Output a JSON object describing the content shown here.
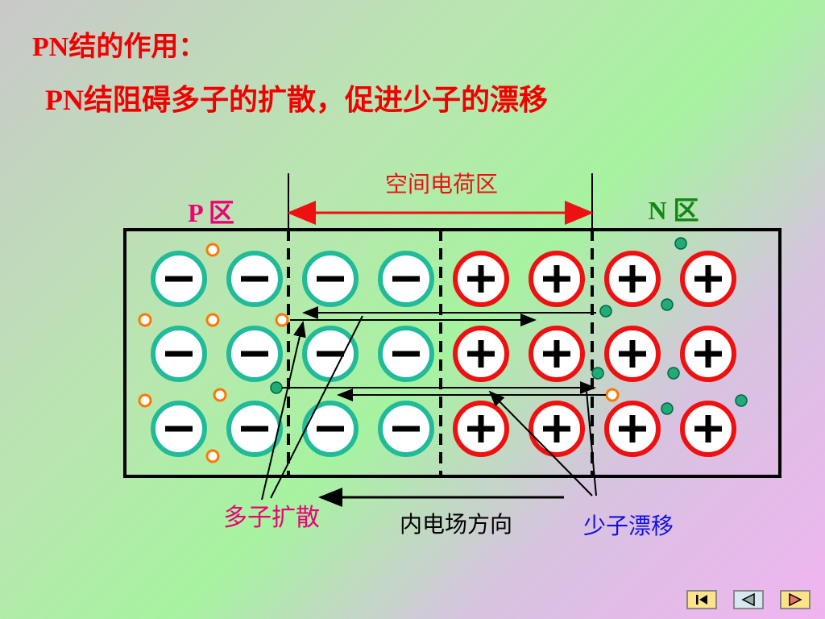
{
  "slide": {
    "title": "PN结的作用：",
    "subtitle": "PN结阻碍多子的扩散，促进少子的漂移"
  },
  "diagram": {
    "space_charge_label": "空间电荷区",
    "p_region_label": "P 区",
    "n_region_label": "N 区",
    "majority_diffusion_label": "多子扩散",
    "field_direction_label": "内电场方向",
    "minority_drift_label": "少子漂移",
    "negative_ion_symbol": "−",
    "positive_ion_symbol": "+",
    "colors": {
      "title": "#f00000",
      "p_label": "#ee0077",
      "n_label": "#118811",
      "negative_ion": "#22bb99",
      "positive_ion": "#ee1111",
      "hole": "#ff7700",
      "electron": "#22aa77",
      "minority_drift_text": "#1111dd"
    }
  },
  "navigation": {
    "first_icon": "first-page-icon",
    "prev_icon": "previous-page-icon",
    "next_icon": "next-page-icon"
  }
}
